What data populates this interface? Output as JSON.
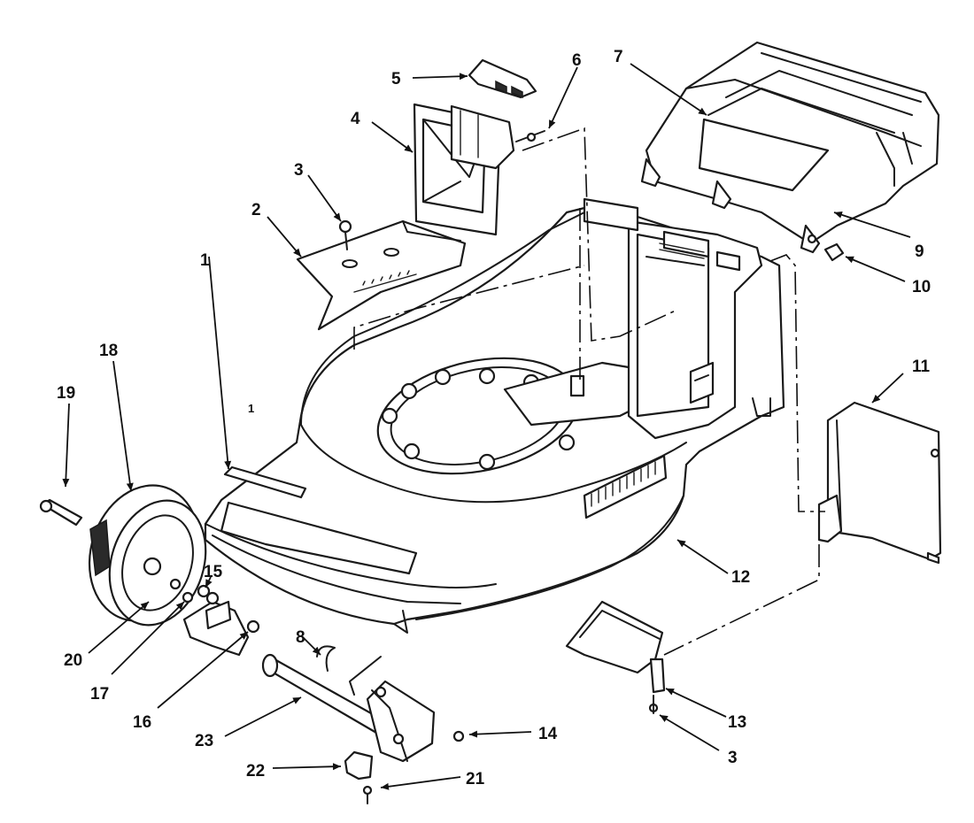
{
  "callouts": [
    "1",
    "2",
    "3",
    "4",
    "5",
    "6",
    "7",
    "9",
    "10",
    "11",
    "12",
    "13",
    "3",
    "14",
    "21",
    "22",
    "23",
    "16",
    "17",
    "20",
    "15",
    "18",
    "19",
    "8",
    "1"
  ]
}
